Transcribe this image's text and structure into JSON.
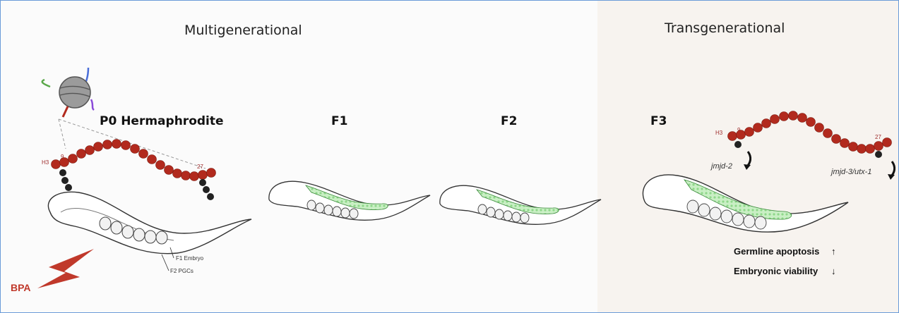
{
  "headers": {
    "multigenerational": "Multigenerational",
    "transgenerational": "Transgenerational"
  },
  "generations": {
    "p0": "P0 Hermaphrodite",
    "f1": "F1",
    "f2": "F2",
    "f3": "F3"
  },
  "histone": {
    "h3_left": "H3",
    "k9_left": "9",
    "k27_left": "27",
    "h3_right": "H3",
    "k9_right": "9",
    "k27_right": "27"
  },
  "worm_labels": {
    "f1_embryo": "F1 Embryo",
    "f2_pgcs": "F2 PGCs"
  },
  "exposure": "BPA",
  "genes": {
    "jmjd2": "jmjd-2",
    "jmjd3": "jmjd-3/utx-1"
  },
  "effects": {
    "apoptosis": "Germline apoptosis",
    "apoptosis_arrow": "↑",
    "viability": "Embryonic viability",
    "viability_arrow": "↓"
  },
  "colors": {
    "panel_left": "#fbfbfb",
    "panel_right": "#f7f3ef",
    "frame": "#6a9bd8",
    "bead": "#b22a1e",
    "germline": "#8fd88a",
    "bpa": "#c0392b"
  }
}
